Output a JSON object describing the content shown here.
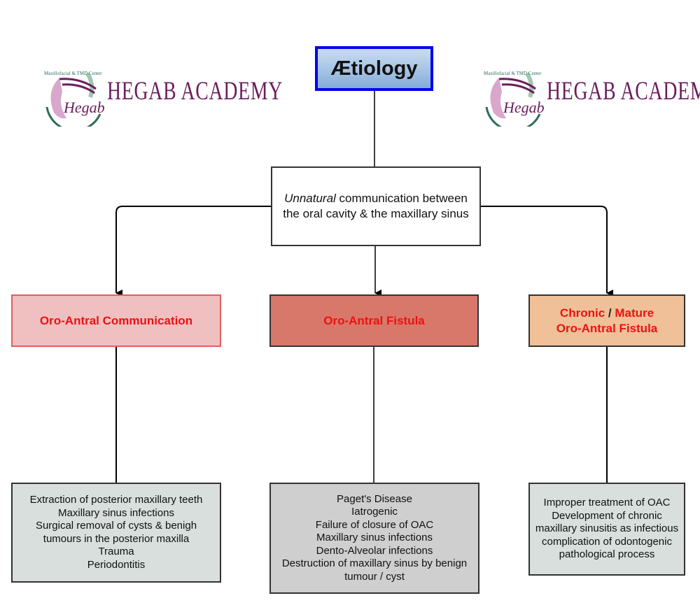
{
  "title": "Ætiology",
  "logos": [
    {
      "arc_text": "Maxillofacial & TMD Center",
      "script_text": "Hegab",
      "name": "HEGAB ACADEMY"
    },
    {
      "arc_text": "Maxillofacial & TMD Center",
      "script_text": "Hegab",
      "name": "HEGAB ACADEMY"
    }
  ],
  "definition": {
    "emphasis": "Unnatural",
    "rest": " communication between the oral cavity & the maxillary sinus"
  },
  "categories": [
    {
      "title_parts": [
        "Oro-Antral Communication"
      ],
      "causes": [
        "Extraction of posterior maxillary teeth",
        "Maxillary sinus infections",
        "Surgical removal of cysts & benigh tumours in the posterior maxilla",
        "Trauma",
        "Periodontitis"
      ]
    },
    {
      "title_parts": [
        "Oro-Antral Fistula"
      ],
      "causes": [
        "Paget's Disease",
        "Iatrogenic",
        "Failure of closure of OAC",
        "Maxillary sinus infections",
        "Dento-Alveolar infections",
        "Destruction of maxillary sinus by benign tumour / cyst"
      ]
    },
    {
      "title_parts": [
        "Chronic",
        " / ",
        "Mature",
        "Oro-Antral Fistula"
      ],
      "causes": [
        "Improper treatment of OAC",
        "Development of chronic maxillary sinusitis as infectious complication of odontogenic pathological process"
      ]
    }
  ],
  "colors": {
    "title_border": "#0000ee",
    "category_text": "#ee1111",
    "oac_fill": "#f0c0c0",
    "oaf_fill": "#d8786a",
    "chronic_fill": "#f0c098",
    "logo_purple": "#6b1d5c"
  }
}
